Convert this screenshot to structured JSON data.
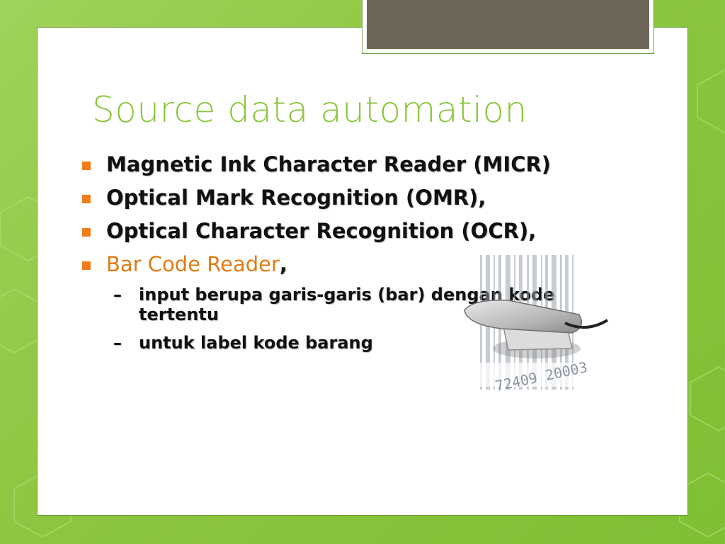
{
  "slide": {
    "title": "Source data automation",
    "bullets": [
      {
        "text": "Magnetic Ink Character Reader (MICR)",
        "tail": ""
      },
      {
        "text": "Optical Mark Recognition (OMR),",
        "tail": ""
      },
      {
        "text": "Optical Character Recognition (OCR),",
        "tail": ""
      },
      {
        "text": "Bar Code Reader",
        "tail": ","
      }
    ],
    "sub_bullets": [
      "input berupa garis-garis (bar) dengan kode tertentu",
      "untuk label kode barang"
    ],
    "barcode_digits": "72409 20003"
  },
  "colors": {
    "title": "#8dc63f",
    "bullet_marker": "#f07d1a",
    "highlight_text": "#e07b14",
    "background": "#8cc63f",
    "tab": "#6e6659"
  },
  "icons": {
    "bullet_marker": "square-bullet-icon",
    "picture": "barcode-scanner-icon"
  }
}
